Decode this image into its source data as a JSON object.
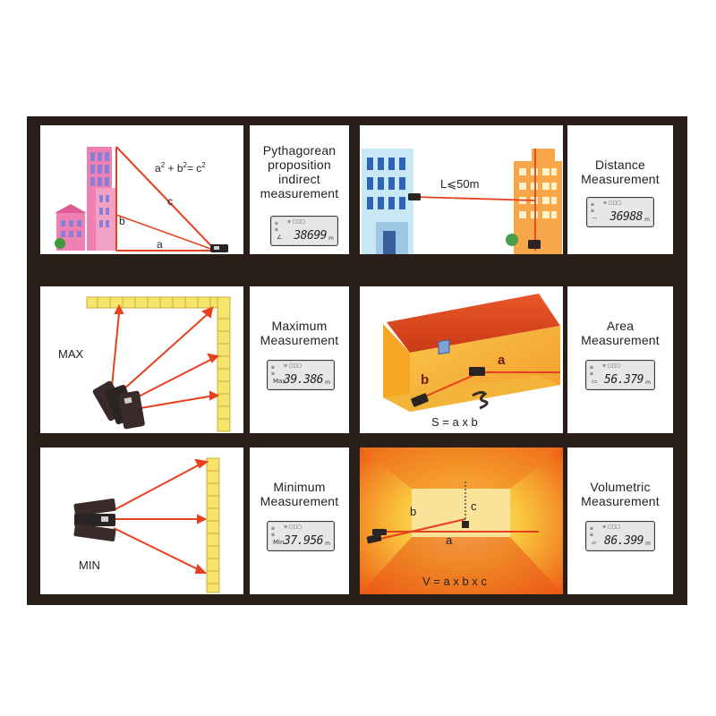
{
  "panels": {
    "pythagorean": {
      "formula_a": "a",
      "formula_sup1": "2",
      "formula_mid": " + b",
      "formula_sup2": "2",
      "formula_eq": "= c",
      "formula_sup3": "2",
      "side_a": "a",
      "side_b": "b",
      "side_c": "c",
      "label": "Pythagorean\nproposition\nindirect\nmeasurement",
      "lcd_prefix": "∠",
      "lcd_value": "38699",
      "lcd_unit": "m"
    },
    "distance": {
      "range_text": "L⩽50m",
      "label": "Distance\nMeasurement",
      "lcd_prefix": "--",
      "lcd_value": "36988",
      "lcd_unit": "m"
    },
    "maximum": {
      "tag": "MAX",
      "label": "Maximum\nMeasurement",
      "lcd_prefix": "Max",
      "lcd_value": "39.386",
      "lcd_unit": "m"
    },
    "area": {
      "side_a": "a",
      "side_b": "b",
      "formula": "S = a x b",
      "label": "Area\nMeasurement",
      "lcd_prefix": "▭",
      "lcd_value": "56.379",
      "lcd_unit": "m"
    },
    "minimum": {
      "tag": "MIN",
      "label": "Minimum\nMeasurement",
      "lcd_prefix": "Min",
      "lcd_value": "37.956",
      "lcd_unit": "m"
    },
    "volumetric": {
      "side_a": "a",
      "side_b": "b",
      "side_c": "c",
      "formula": "V = a x b x c",
      "label": "Volumetric\nMeasurement",
      "lcd_prefix": "▱",
      "lcd_value": "86.399",
      "lcd_unit": "m"
    }
  },
  "lcd_common": {
    "bars": "≡\n≡",
    "top": "≡ □□□"
  },
  "colors": {
    "frame": "#2a1e1a",
    "laser": "#e8401c",
    "wall_yellow": "#f7e56b",
    "orange_room": "#f6a623"
  }
}
